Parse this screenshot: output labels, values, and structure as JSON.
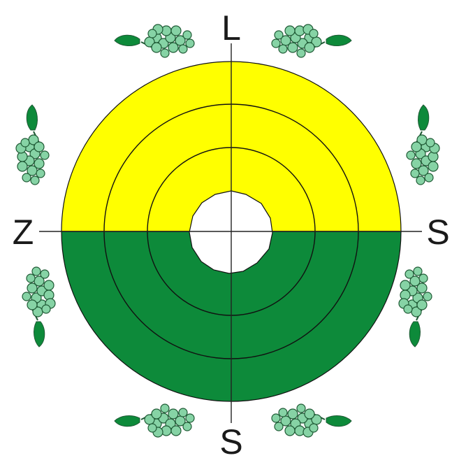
{
  "labels": {
    "top": "L",
    "left": "Z",
    "right": "S",
    "bottom": "S"
  },
  "colors": {
    "upper_half": "#ffff00",
    "lower_half": "#0d8a3a",
    "grape_fill": "#86d3a5",
    "grape_stroke": "#1f5a35",
    "leaf": "#0d8a3a",
    "ring_line": "#111111",
    "axis_line": "#222222",
    "center_hole": "#ffffff"
  },
  "rings": 3,
  "icons": [
    "grape-bunch-icon-top-left",
    "grape-bunch-icon-top-right",
    "grape-bunch-icon-left-upper",
    "grape-bunch-icon-right-upper",
    "grape-bunch-icon-left-lower",
    "grape-bunch-icon-right-lower",
    "grape-bunch-icon-bottom-left",
    "grape-bunch-icon-bottom-right"
  ]
}
